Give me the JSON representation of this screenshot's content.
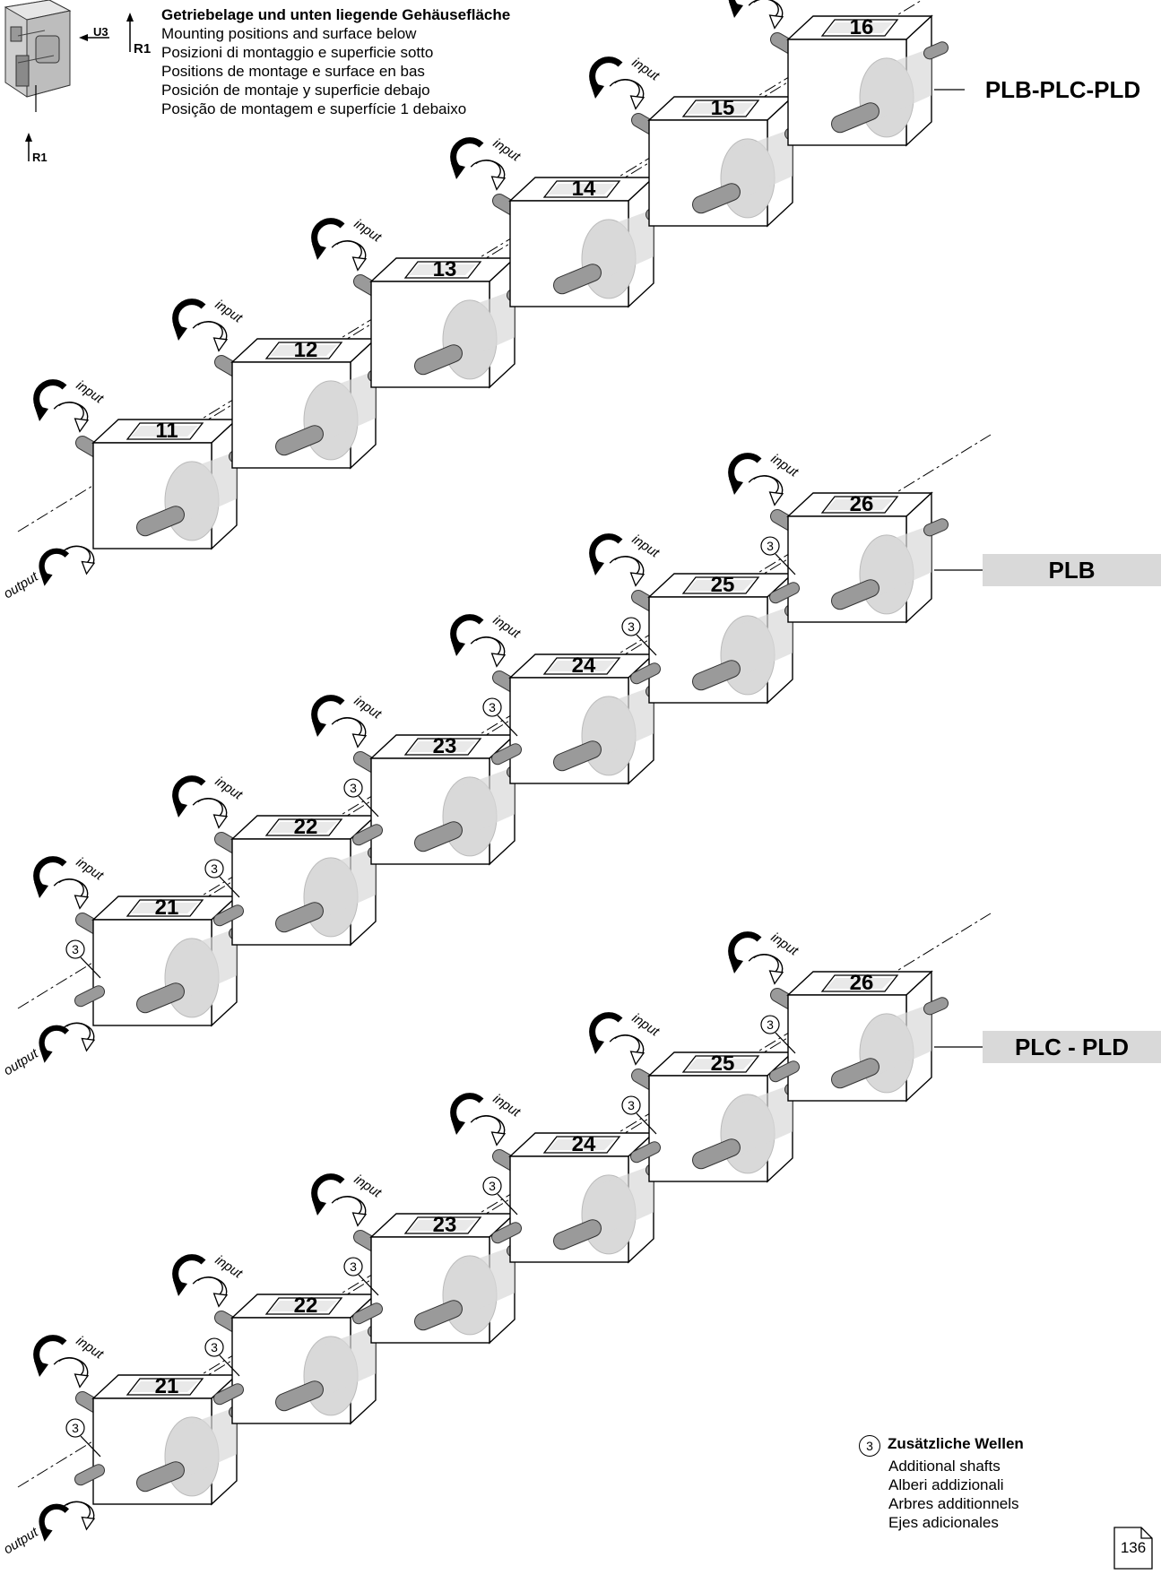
{
  "header": {
    "lines": [
      "Getriebelage und unten liegende Gehäusefläche",
      "Mounting positions and surface below",
      "Posizioni di montaggio e superficie sotto",
      "Positions de montage e surface en bas",
      "Posición de montaje y superficie debajo",
      "Posição de montagem e superfície 1 debaixo"
    ]
  },
  "thumbnail": {
    "labels": [
      "U3",
      "R1",
      "R1"
    ]
  },
  "flow_labels": {
    "in": "input",
    "out": "output"
  },
  "groups": [
    {
      "title": "PLB-PLC-PLD",
      "units": [
        "11",
        "12",
        "13",
        "14",
        "15",
        "16"
      ],
      "extra_shafts": []
    },
    {
      "title": "PLB",
      "units": [
        "21",
        "22",
        "23",
        "24",
        "25",
        "26"
      ],
      "extra_shafts": [
        "21",
        "22",
        "23",
        "24",
        "25",
        "26"
      ]
    },
    {
      "title": "PLC - PLD",
      "units": [
        "21",
        "22",
        "23",
        "24",
        "25",
        "26"
      ],
      "extra_shafts": [
        "21",
        "22",
        "23",
        "24",
        "25",
        "26"
      ]
    }
  ],
  "marker": "3",
  "footnote": {
    "marker": "3",
    "lines": [
      "Zusätzliche Wellen",
      "Additional shafts",
      "Alberi addizionali",
      "Arbres additionnels",
      "Ejes adicionales"
    ]
  },
  "page_number": "136",
  "colors": {
    "box_fill": "#ffffff",
    "shaft": "#9a9a9a",
    "band": "#d9d9d9",
    "ink": "#000000"
  }
}
